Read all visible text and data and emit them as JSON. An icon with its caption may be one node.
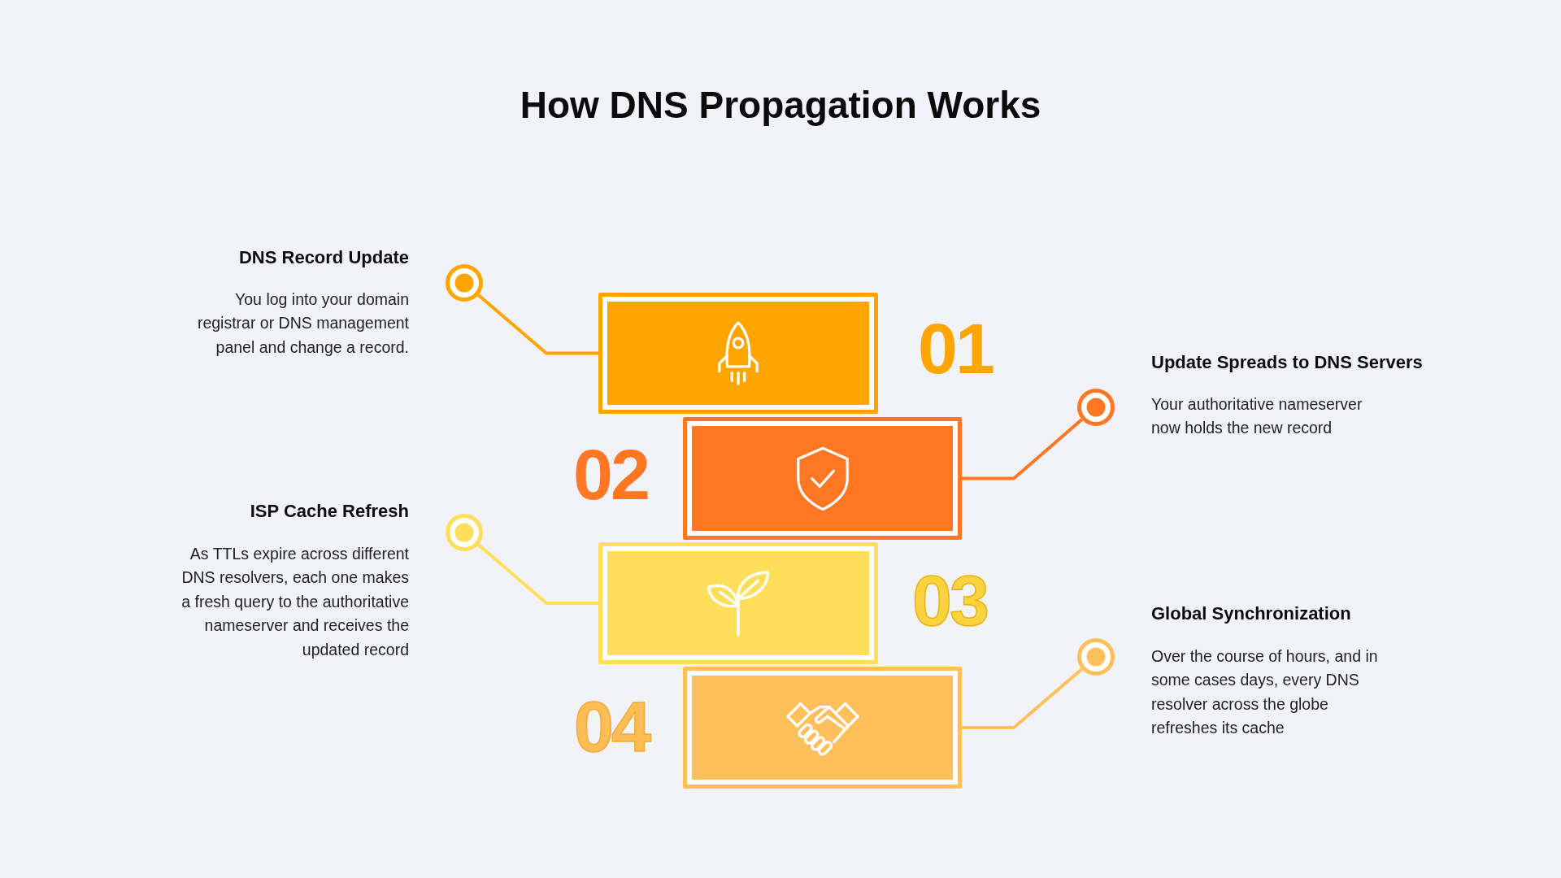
{
  "diagram": {
    "title": "How DNS Propagation Works",
    "nodes": [
      {
        "text": [],
        "shape": "circle",
        "beside": [
          "DNS Record Update",
          "You log into your domain registrar or DNS management panel and change a record."
        ]
      },
      {
        "text": [],
        "shape": "box",
        "beside": [
          "01"
        ]
      },
      {
        "text": [],
        "shape": "circle",
        "beside": [
          "Update Spreads to DNS Servers",
          "Your authoritative nameserver now holds the new record"
        ]
      },
      {
        "text": [],
        "shape": "box",
        "beside": [
          "02"
        ]
      },
      {
        "text": [],
        "shape": "circle",
        "beside": [
          "ISP Cache Refresh",
          "As TTLs expire across different DNS resolvers, each one makes a fresh query to the authoritative nameserver and receives the updated record"
        ]
      },
      {
        "text": [],
        "shape": "box",
        "beside": [
          "03"
        ]
      },
      {
        "text": [],
        "shape": "circle",
        "beside": [
          "Global Synchronization",
          "Over the course of hours, and in some cases days, every DNS resolver across the globe refreshes its cache"
        ]
      },
      {
        "text": [],
        "shape": "box",
        "beside": [
          "04"
        ]
      }
    ],
    "edges": [
      {
        "from": 0,
        "to": 1,
        "arrow": "none",
        "color": "#ffa500"
      },
      {
        "from": 2,
        "to": 3,
        "arrow": "none",
        "color": "#ff7722"
      },
      {
        "from": 4,
        "to": 5,
        "arrow": "none",
        "color": "#ffde59"
      },
      {
        "from": 6,
        "to": 7,
        "arrow": "none",
        "color": "#ffc05c"
      }
    ]
  }
}
